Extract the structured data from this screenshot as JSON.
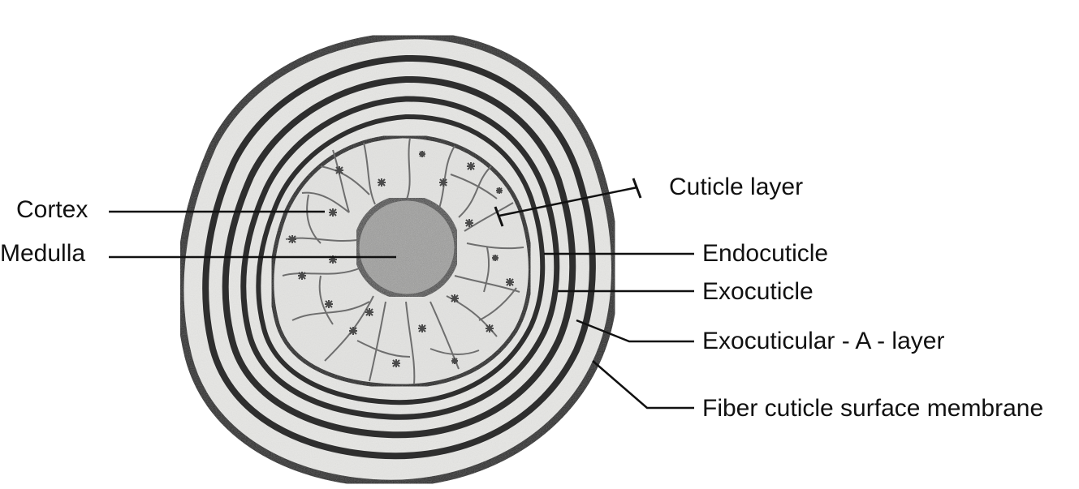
{
  "labels": {
    "cortex": "Cortex",
    "medulla": "Medulla",
    "cuticle_layer": "Cuticle layer",
    "endocuticle": "Endocuticle",
    "exocuticle": "Exocuticle",
    "exocuticular_a_layer": "Exocuticular - A - layer",
    "fiber_cuticle_surface_membrane": "Fiber cuticle surface membrane"
  },
  "colors": {
    "paper": "#ffffff",
    "fiber_fill": "#e6e6e4",
    "cortex_fill": "#e3e3e1",
    "medulla_fill": "#9a9a98",
    "ring_stroke": "#2b2b2b",
    "cell_stroke": "#6e6e6e",
    "leader_line": "#111111"
  },
  "icons": {
    "cell_marker": "star-cell-nucleus"
  }
}
